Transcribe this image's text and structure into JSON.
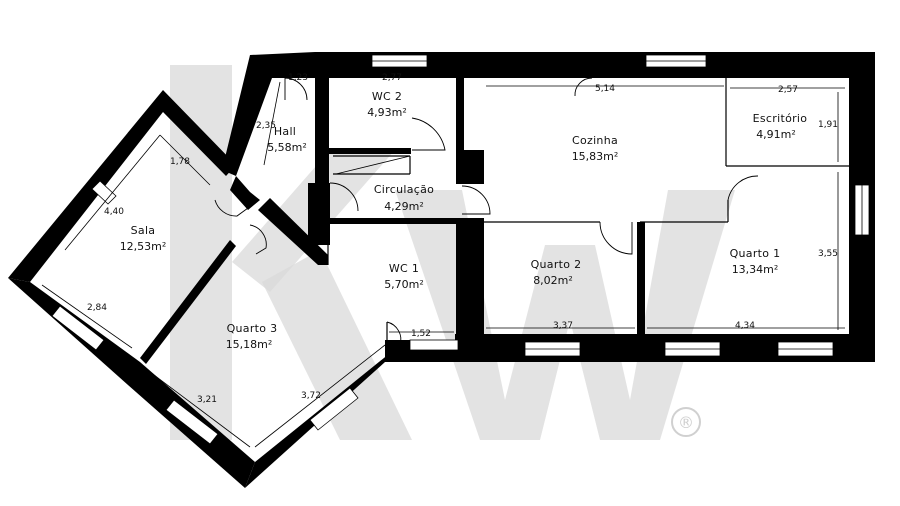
{
  "rooms": [
    {
      "id": "hall",
      "name": "Hall",
      "area": "5,58m²"
    },
    {
      "id": "wc2",
      "name": "WC 2",
      "area": "4,93m²"
    },
    {
      "id": "cozinha",
      "name": "Cozinha",
      "area": "15,83m²"
    },
    {
      "id": "escritorio",
      "name": "Escritório",
      "area": "4,91m²"
    },
    {
      "id": "circulacao",
      "name": "Circulação",
      "area": "4,29m²"
    },
    {
      "id": "sala",
      "name": "Sala",
      "area": "12,53m²"
    },
    {
      "id": "wc1",
      "name": "WC 1",
      "area": "5,70m²"
    },
    {
      "id": "quarto2",
      "name": "Quarto 2",
      "area": "8,02m²"
    },
    {
      "id": "quarto1",
      "name": "Quarto 1",
      "area": "13,34m²"
    },
    {
      "id": "quarto3",
      "name": "Quarto 3",
      "area": "15,18m²"
    }
  ],
  "dimensions": {
    "d123": "1,23",
    "d277": "2,77",
    "d514": "5,14",
    "d257": "2,57",
    "d235": "2,35",
    "d191": "1,91",
    "d178": "1,78",
    "d440": "4,40",
    "d355": "3,55",
    "d284": "2,84",
    "d337": "3,37",
    "d434": "4,34",
    "d152": "1,52",
    "d321": "3,21",
    "d372": "3,72"
  },
  "watermark": {
    "logo": "kw",
    "registered": "®"
  }
}
